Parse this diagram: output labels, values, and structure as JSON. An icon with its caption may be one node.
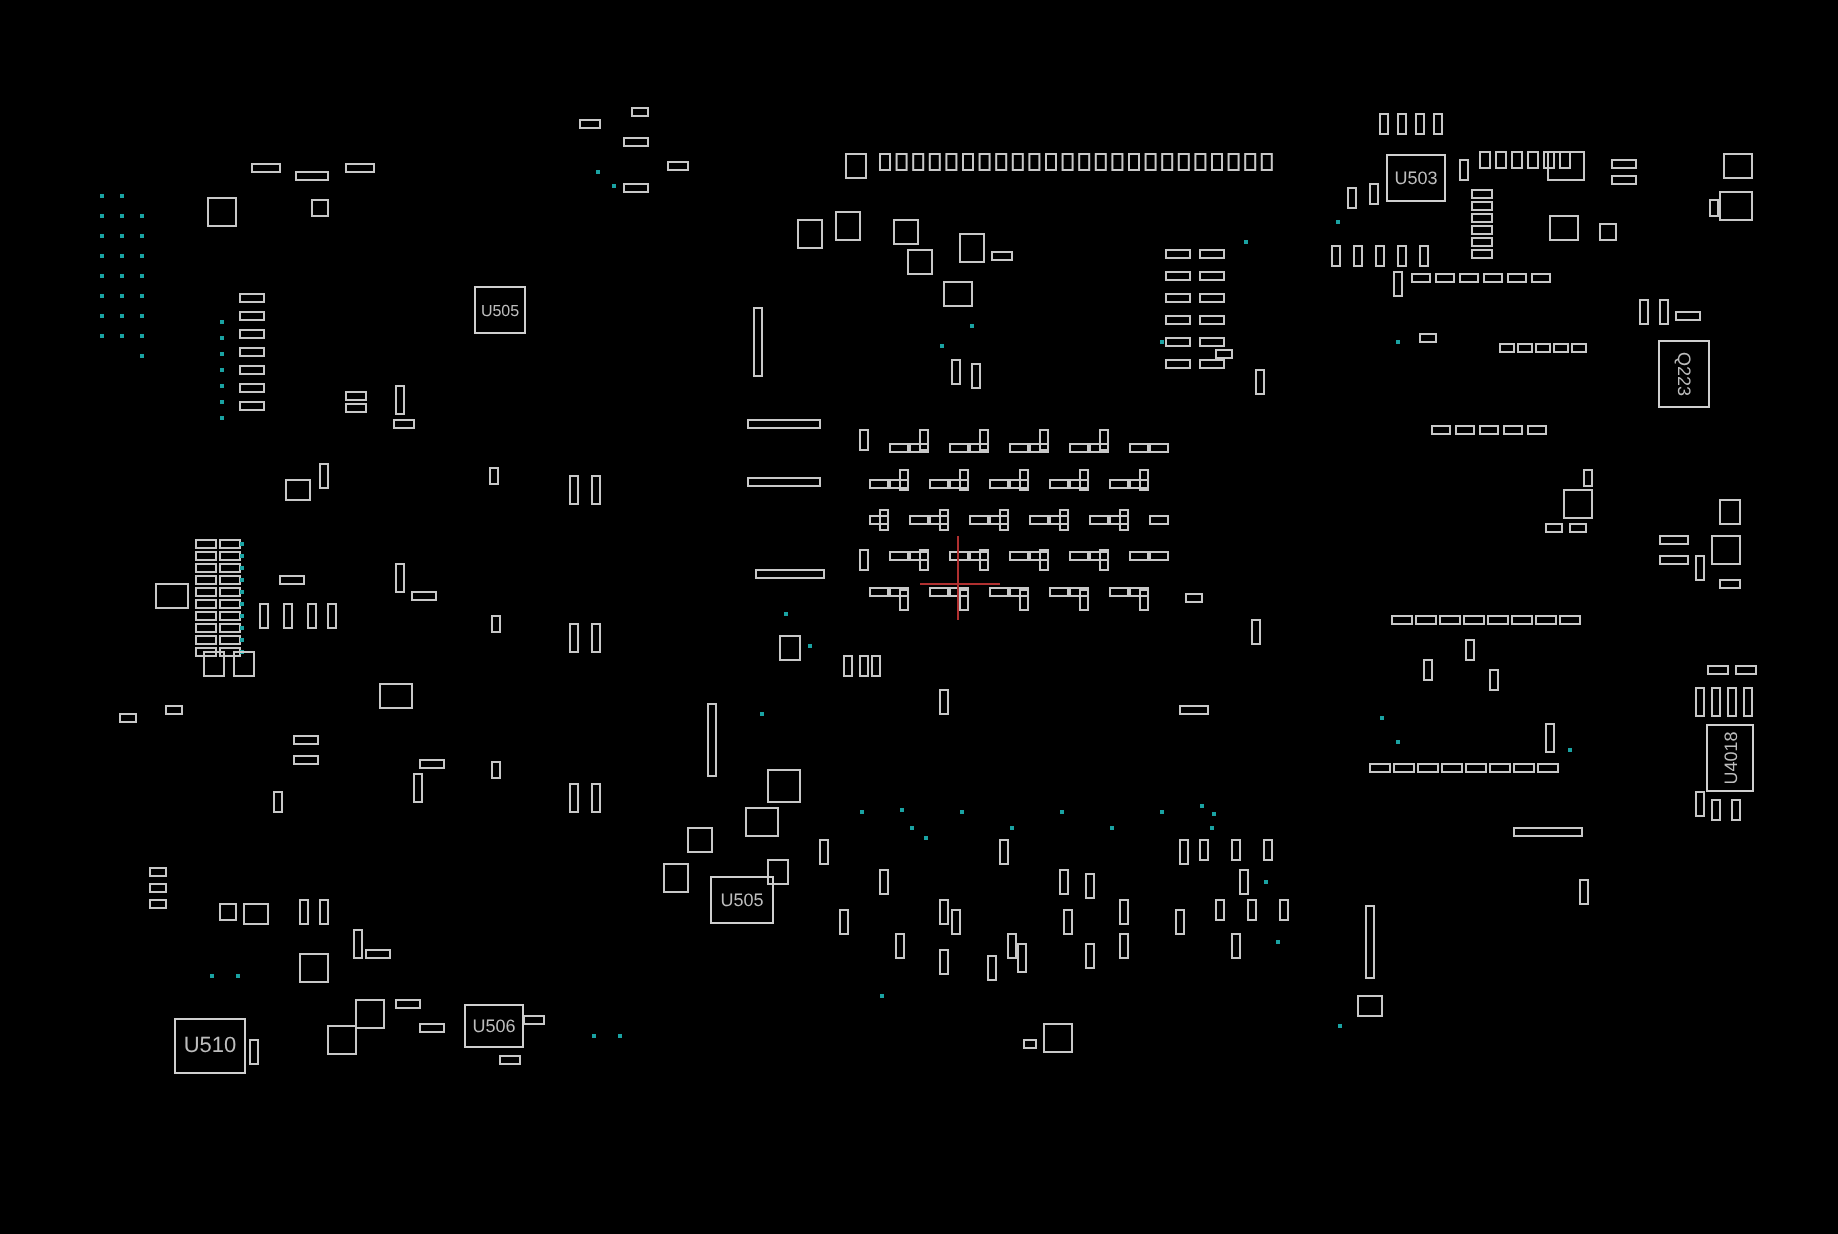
{
  "diagram": {
    "nodes": [
      {
        "text": [
          "U505"
        ]
      },
      {
        "text": [
          "U503"
        ]
      },
      {
        "text": [
          "Q223"
        ]
      },
      {
        "text": [
          "U4018"
        ]
      },
      {
        "text": [
          "U505"
        ]
      },
      {
        "text": [
          "U510"
        ]
      },
      {
        "text": [
          "U506"
        ]
      }
    ]
  }
}
